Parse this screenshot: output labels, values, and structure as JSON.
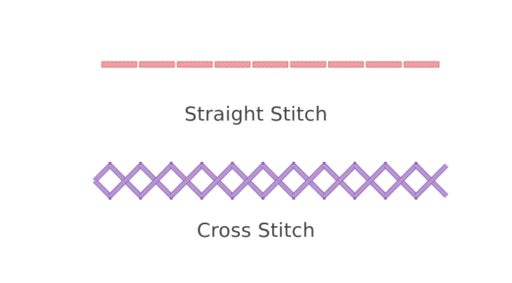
{
  "colors": {
    "straight_fill": "#f2a3a5",
    "straight_edge": "#dc6a70",
    "straight_hatch": "#cf5b63",
    "cross_fill": "#b896d4",
    "cross_edge": "#8e63b6"
  },
  "straight_stitch": {
    "label": "Straight Stitch",
    "count": 9
  },
  "cross_stitch": {
    "label": "Cross Stitch",
    "count": 11
  }
}
